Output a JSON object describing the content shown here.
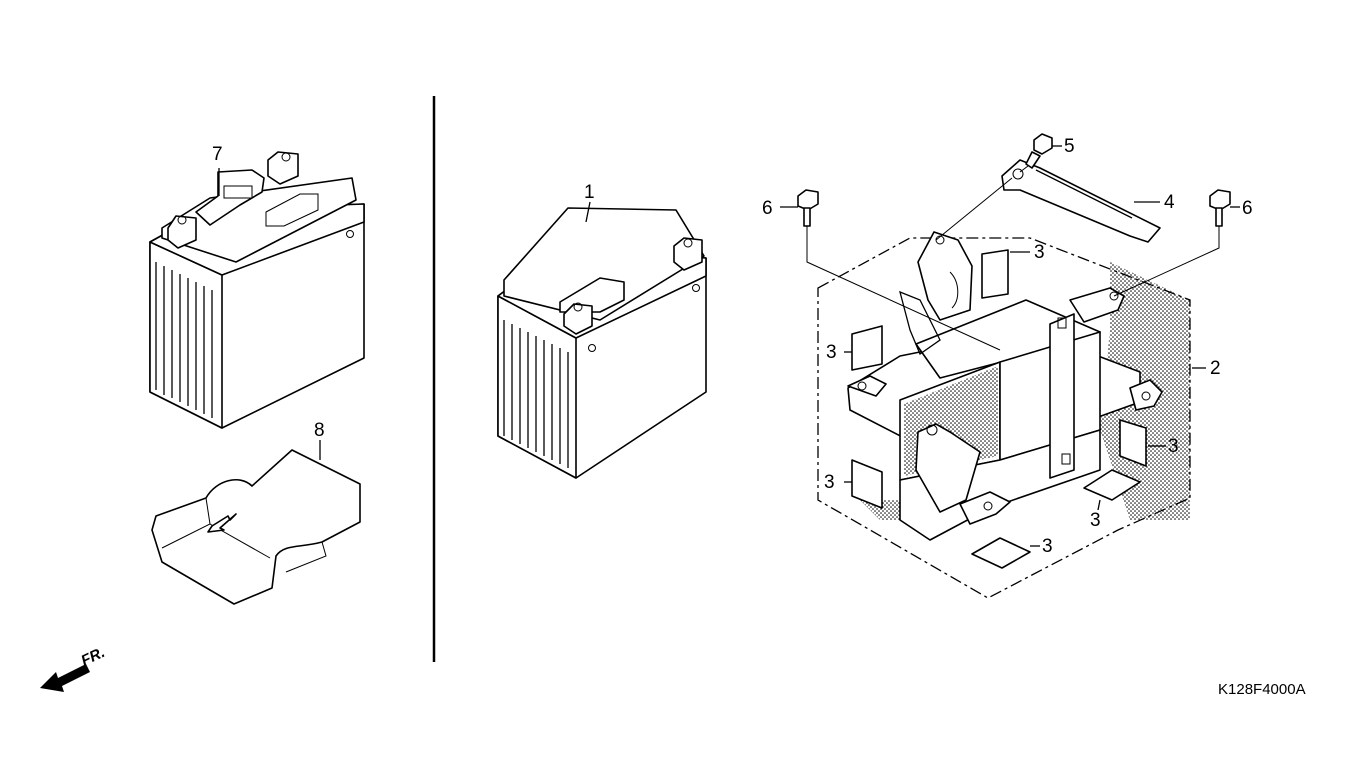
{
  "callouts": {
    "c1": "1",
    "c2": "2",
    "c3a": "3",
    "c3b": "3",
    "c3c": "3",
    "c3d": "3",
    "c3e": "3",
    "c3f": "3",
    "c4": "4",
    "c5": "5",
    "c6a": "6",
    "c6b": "6",
    "c7": "7",
    "c8": "8"
  },
  "front_marker": "FR.",
  "diagram_code": "K128F4000A"
}
